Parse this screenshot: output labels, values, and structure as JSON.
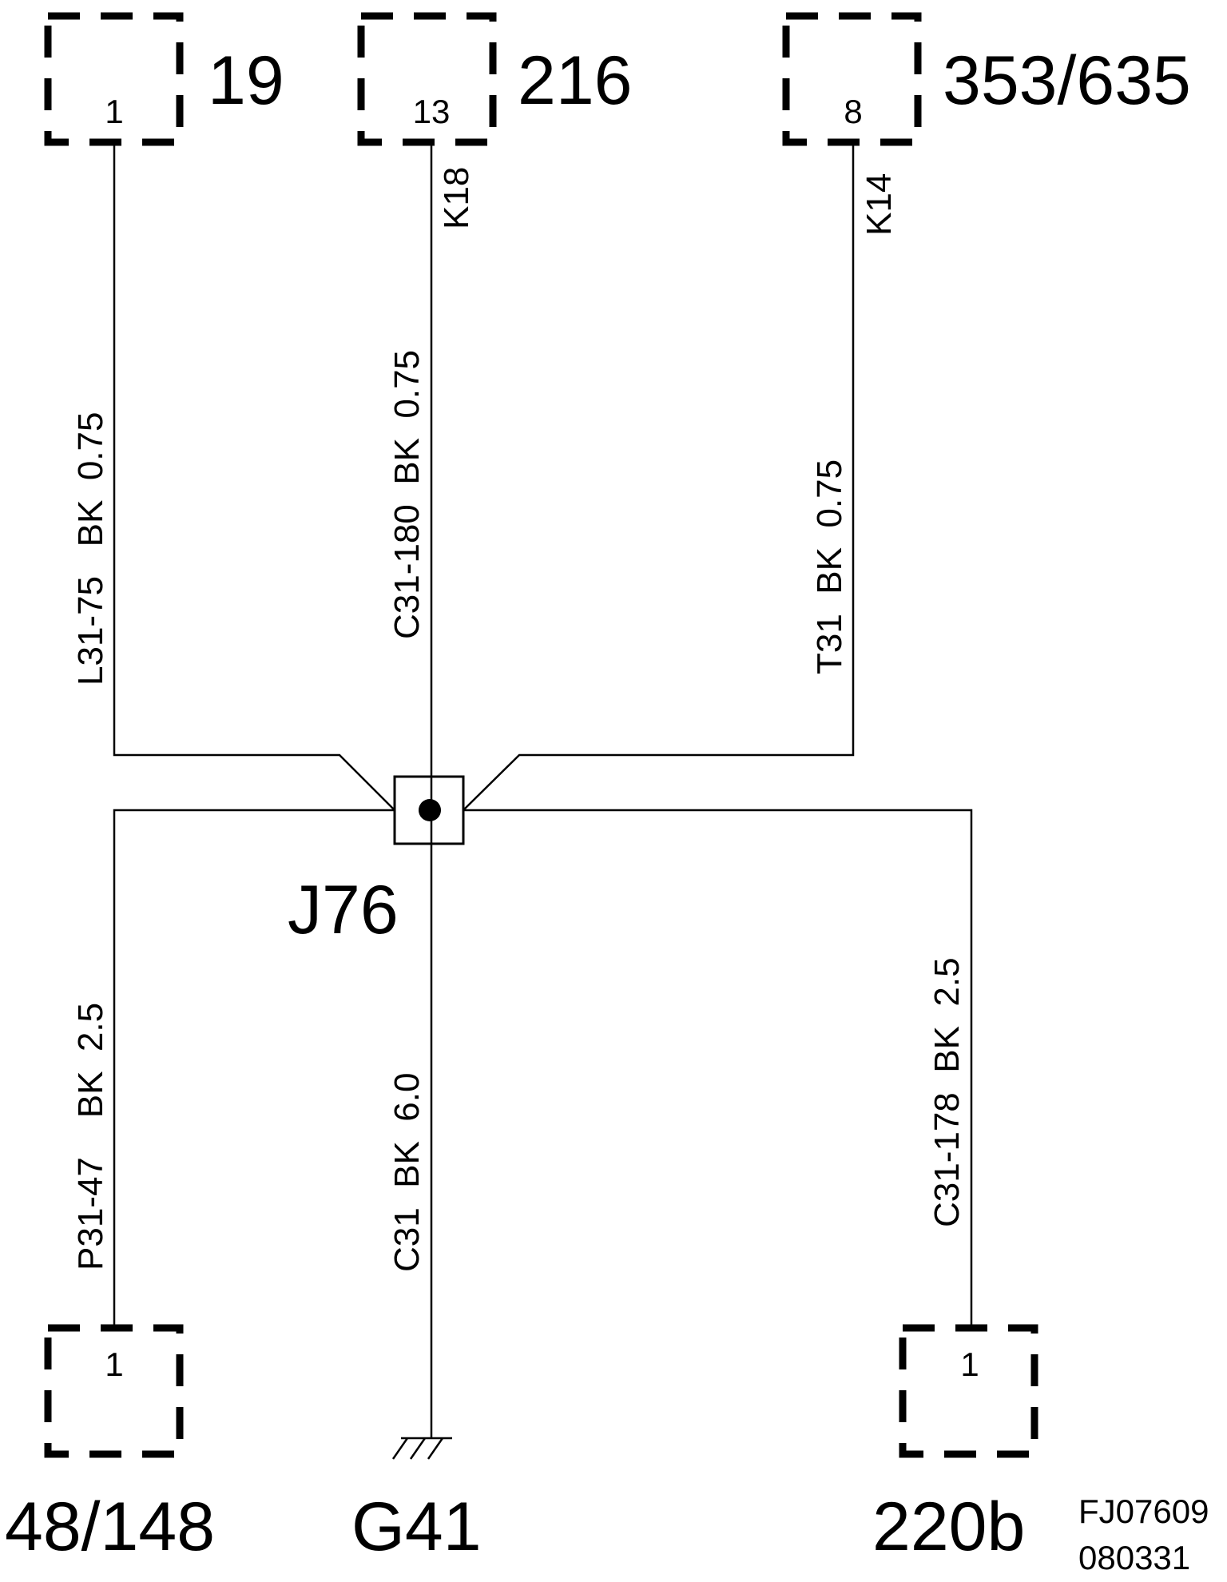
{
  "connectors": {
    "c19": {
      "id": "19",
      "pin": "1"
    },
    "c216": {
      "id": "216",
      "pin": "13"
    },
    "c353": {
      "id": "353/635",
      "pin": "8"
    },
    "c48": {
      "id": "48/148",
      "pin": "1"
    },
    "c220b": {
      "id": "220b",
      "pin": "1"
    }
  },
  "splice": {
    "id": "J76"
  },
  "ground": {
    "id": "G41"
  },
  "wires": {
    "w_l31_75": {
      "label": "L31-75   BK  0.75"
    },
    "w_c31_180": {
      "label": "C31-180  BK  0.75",
      "cavity": "K18"
    },
    "w_t31": {
      "label": "T31  BK  0.75",
      "cavity": "K14"
    },
    "w_p31_47": {
      "label": "P31-47    BK  2.5"
    },
    "w_c31": {
      "label": "C31  BK  6.0"
    },
    "w_c31_178": {
      "label": "C31-178  BK  2.5"
    }
  },
  "doc_ref": {
    "line1": "FJ07609",
    "line2": "080331"
  }
}
